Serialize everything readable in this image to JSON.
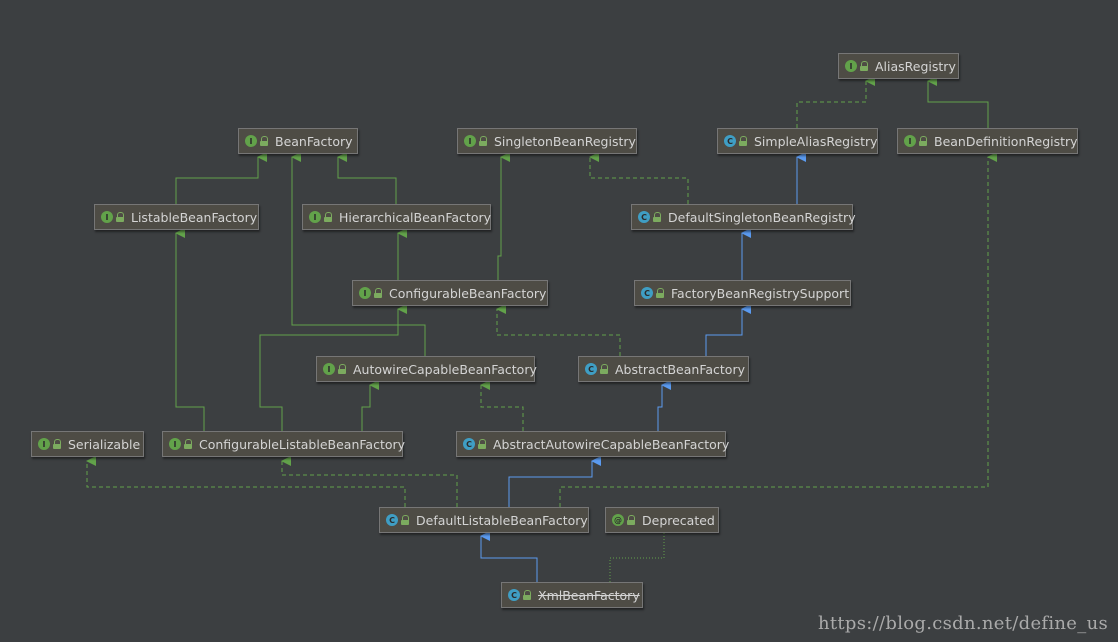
{
  "colors": {
    "background": "#3c3f41",
    "green_edge": "#62a24a",
    "blue_edge": "#5b9bf0",
    "interface_badge": "#62a24a",
    "class_badge": "#3f9ec4"
  },
  "nodes": {
    "alias_registry": {
      "kind": "I",
      "label": "AliasRegistry"
    },
    "bean_factory": {
      "kind": "I",
      "label": "BeanFactory"
    },
    "singleton_bean_registry": {
      "kind": "I",
      "label": "SingletonBeanRegistry"
    },
    "simple_alias_registry": {
      "kind": "C",
      "label": "SimpleAliasRegistry"
    },
    "bean_definition_registry": {
      "kind": "I",
      "label": "BeanDefinitionRegistry"
    },
    "listable_bean_factory": {
      "kind": "I",
      "label": "ListableBeanFactory"
    },
    "hierarchical_bean_factory": {
      "kind": "I",
      "label": "HierarchicalBeanFactory"
    },
    "default_singleton_bean_registry": {
      "kind": "C",
      "label": "DefaultSingletonBeanRegistry"
    },
    "configurable_bean_factory": {
      "kind": "I",
      "label": "ConfigurableBeanFactory"
    },
    "factory_bean_registry_support": {
      "kind": "C",
      "label": "FactoryBeanRegistrySupport"
    },
    "autowire_capable_bean_factory": {
      "kind": "I",
      "label": "AutowireCapableBeanFactory"
    },
    "abstract_bean_factory": {
      "kind": "C",
      "label": "AbstractBeanFactory"
    },
    "serializable": {
      "kind": "I",
      "label": "Serializable"
    },
    "configurable_listable_bean_factory": {
      "kind": "I",
      "label": "ConfigurableListableBeanFactory"
    },
    "abstract_autowire_capable_bean_factory": {
      "kind": "C",
      "label": "AbstractAutowireCapableBeanFactory"
    },
    "default_listable_bean_factory": {
      "kind": "C",
      "label": "DefaultListableBeanFactory"
    },
    "deprecated": {
      "kind": "@",
      "label": "Deprecated"
    },
    "xml_bean_factory": {
      "kind": "C",
      "label": "XmlBeanFactory"
    }
  },
  "watermark": "https://blog.csdn.net/define_us"
}
